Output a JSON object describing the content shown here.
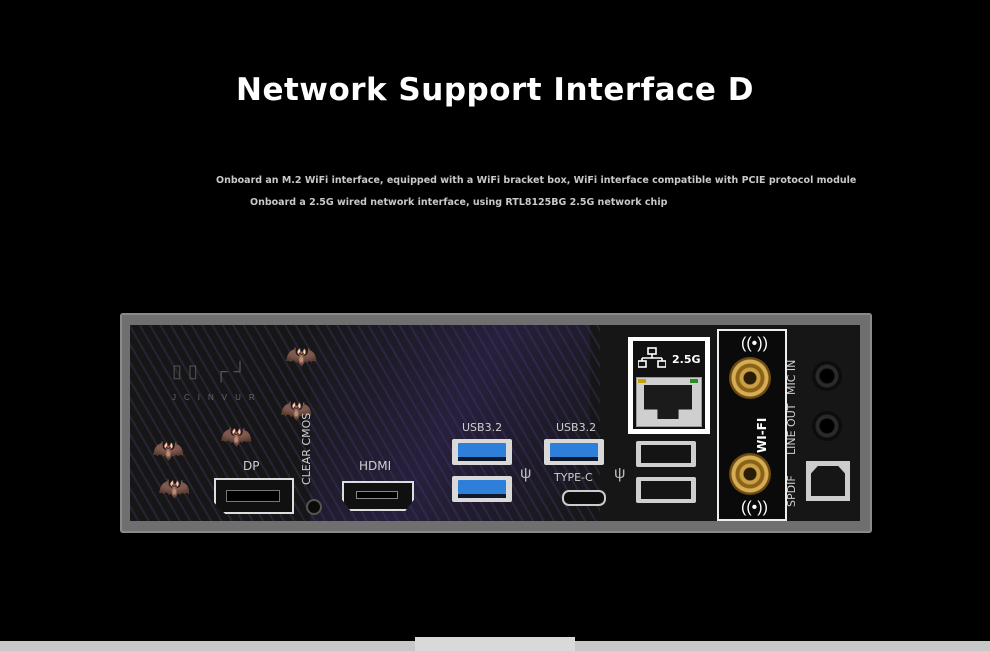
{
  "header": {
    "title": "Network Support Interface D",
    "line1": "Onboard an M.2 WiFi interface, equipped with a WiFi bracket box, WiFi interface compatible with PCIE protocol module",
    "line2": "Onboard a 2.5G wired network interface, using RTL8125BG 2.5G network chip"
  },
  "io_panel": {
    "dp_label": "DP",
    "clear_cmos_label": "CLEAR CMOS",
    "hdmi_label": "HDMI",
    "usb_group1_label": "USB3.2",
    "usb_group2_label": "USB3.2",
    "typec_label": "TYPE-C",
    "lan_label": "2.5G",
    "wifi_label": "WI-FI",
    "spdif_label": "SPDIF",
    "line_out_label": "LINE OUT",
    "mic_in_label": "MIC IN",
    "logo_sub": "JCINVUR"
  },
  "colors": {
    "background": "#000000",
    "usb_blue": "#2e7fd9",
    "antenna_gold": "#caa046"
  },
  "icons": [
    "usb-icon",
    "network-icon",
    "wifi-icon",
    "bat-icon"
  ]
}
